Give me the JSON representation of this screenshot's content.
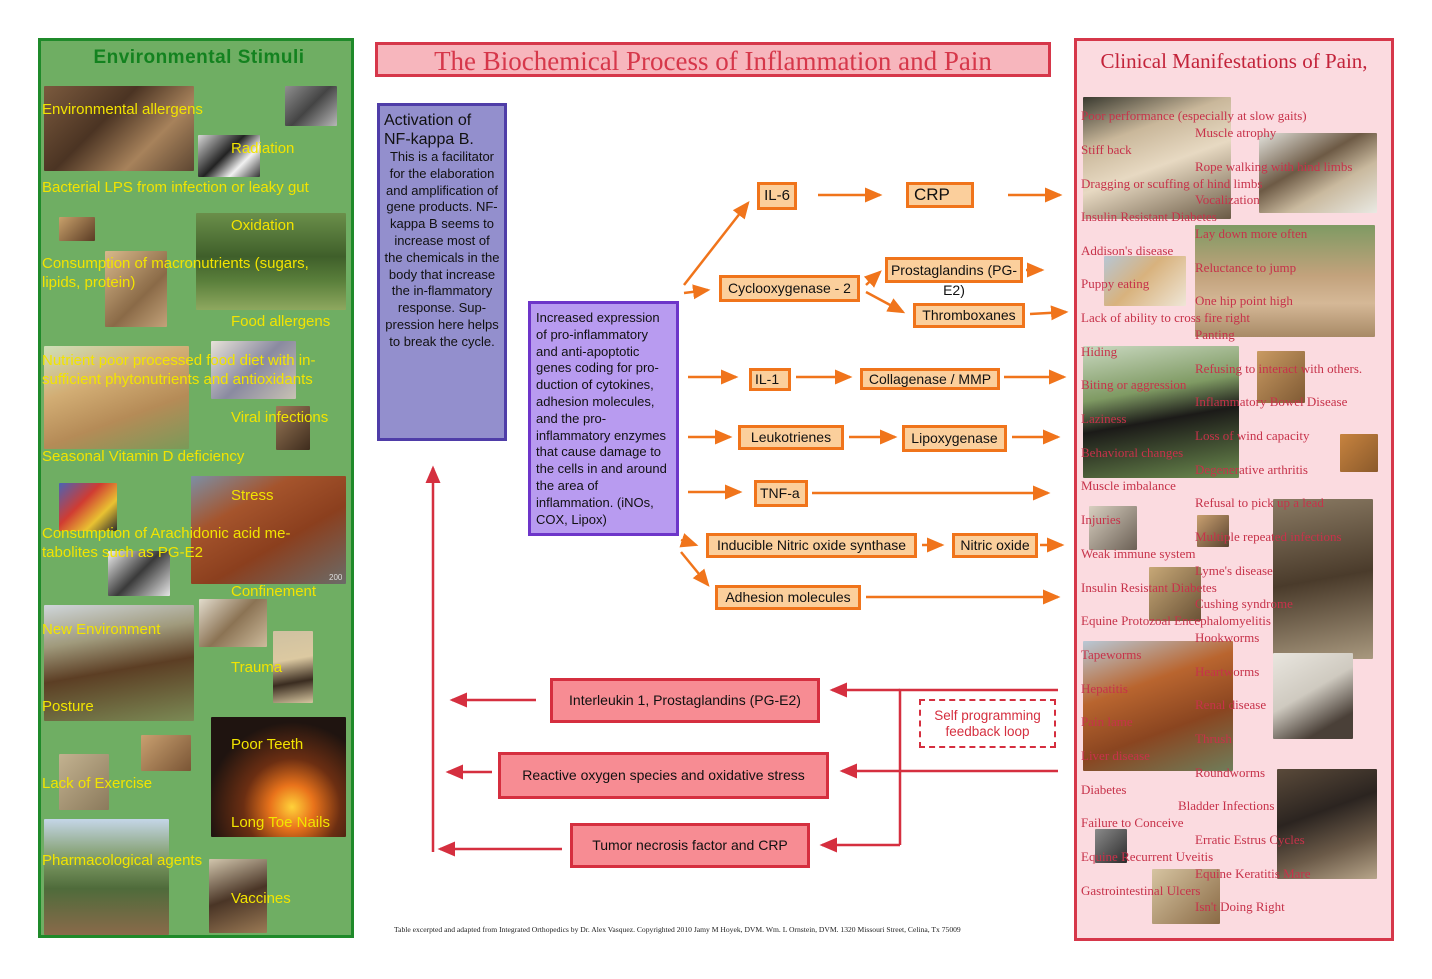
{
  "header": {
    "title": "The Biochemical Process of Inflammation and Pain"
  },
  "left_panel": {
    "title": "Environmental Stimuli",
    "items": [
      "Environmental allergens",
      "Radiation",
      "Bacterial LPS from infection or leaky gut",
      "Oxidation",
      "Consumption of macronutrients (sugars, lipids, protein)",
      "Food allergens",
      "Nutrient poor processed food diet with in-sufficient phytonutrients and antioxidants",
      "Viral infections",
      "Seasonal Vitamin D deficiency",
      "Stress",
      "Consumption of Arachidonic acid me-tabolites such as PG-E2",
      "Confinement",
      "New Environment",
      "Trauma",
      "Posture",
      "Poor Teeth",
      "Lack of Exercise",
      "Long Toe Nails",
      "Pharmacological agents",
      "Vaccines"
    ],
    "photo_overlay_text": "200"
  },
  "nf_box": {
    "heading": "Activation of NF-kappa B.",
    "body": "This is a facilitator for the elaboration and amplification of gene products. NF-kappa B seems to increase most of the chemicals in the body that increase the in-flammatory response.  Sup-pression here helps to break the cycle."
  },
  "expression_box": {
    "text": "Increased expression of pro-inflammatory and anti-apoptotic genes coding for pro-duction of cytokines, adhesion molecules, and the pro-inflammatory enzymes that cause damage to the cells in and around the area of inflammation. (iNOs, COX, Lipox)"
  },
  "pathway": {
    "il6": "IL-6",
    "crp": "CRP",
    "cox2": "Cyclooxygenase - 2",
    "prostaglandins": "Prostaglandins (PG-E2)",
    "thromboxanes": "Thromboxanes",
    "il1": "IL-1",
    "collagenase": "Collagenase / MMP",
    "leukotrienes": "Leukotrienes",
    "lipoxygenase": "Lipoxygenase",
    "tnfa": "TNF-a",
    "inos": "Inducible Nitric oxide synthase",
    "nitric_oxide": "Nitric oxide",
    "adhesion": "Adhesion molecules"
  },
  "feedback": {
    "interleukin": "Interleukin 1, Prostaglandins (PG-E2)",
    "ros": "Reactive oxygen species and oxidative stress",
    "tnf_crp": "Tumor necrosis factor and CRP",
    "loop_label": "Self programming feedback loop"
  },
  "right_panel": {
    "title": "Clinical Manifestations of Pain,",
    "items": [
      "Poor performance (especially at slow gaits)",
      "Muscle atrophy",
      "Stiff back",
      "Rope walking with hind limbs",
      "Dragging or scuffing of hind limbs",
      "Vocalization",
      "Insulin Resistant Diabetes",
      "Lay down more often",
      "Addison's disease",
      "Reluctance to jump",
      "Puppy eating",
      "One hip point high",
      "Lack of ability to cross fire right",
      "Panting",
      "Hiding",
      "Refusing to interact with others.",
      "Biting or aggression",
      "Inflammatory Bowel Disease",
      "Laziness",
      "Loss of wind capacity",
      "Behavioral changes",
      "Degenerative arthritis",
      "Muscle imbalance",
      "Refusal to pick up a lead",
      "Injuries",
      "Multiple repeated infections",
      "Weak immune system",
      "Lyme's disease",
      "Insulin Resistant Diabetes",
      "Cushing syndrome",
      "Equine Protozoal Encephalomyelitis",
      "Hookworms",
      "Tapeworms",
      "Heartworms",
      "Hepatitis",
      "Renal disease",
      "Pain lame",
      "Thrush",
      "Liver disease",
      "Roundworms",
      "Diabetes",
      "Bladder Infections",
      "Failure to Conceive",
      "Erratic Estrus Cycles",
      "Equine Recurrent Uveitis",
      "Equine Keratitis Mare",
      "Gastrointestinal Ulcers",
      "Isn't Doing Right"
    ]
  },
  "footer": {
    "note": "Table excerpted and adapted from Integrated Orthopedics by Dr. Alex Vasquez.  Copyrighted 2010 Jamy M Hoyek, DVM.  Wm. L Ornstein, DVM.  1320 Missouri Street, Celina, Tx 75009"
  },
  "colors": {
    "left_bg": "#6fae63",
    "left_border": "#1f8a2a",
    "stimulus_text": "#f2e400",
    "title_red": "#d6374a",
    "orange_arrow": "#f0741b",
    "red_arrow": "#d52f3f",
    "nf_bg": "#938fcd",
    "expression_bg": "#b89bf0",
    "right_bg": "#fbdbe0"
  }
}
